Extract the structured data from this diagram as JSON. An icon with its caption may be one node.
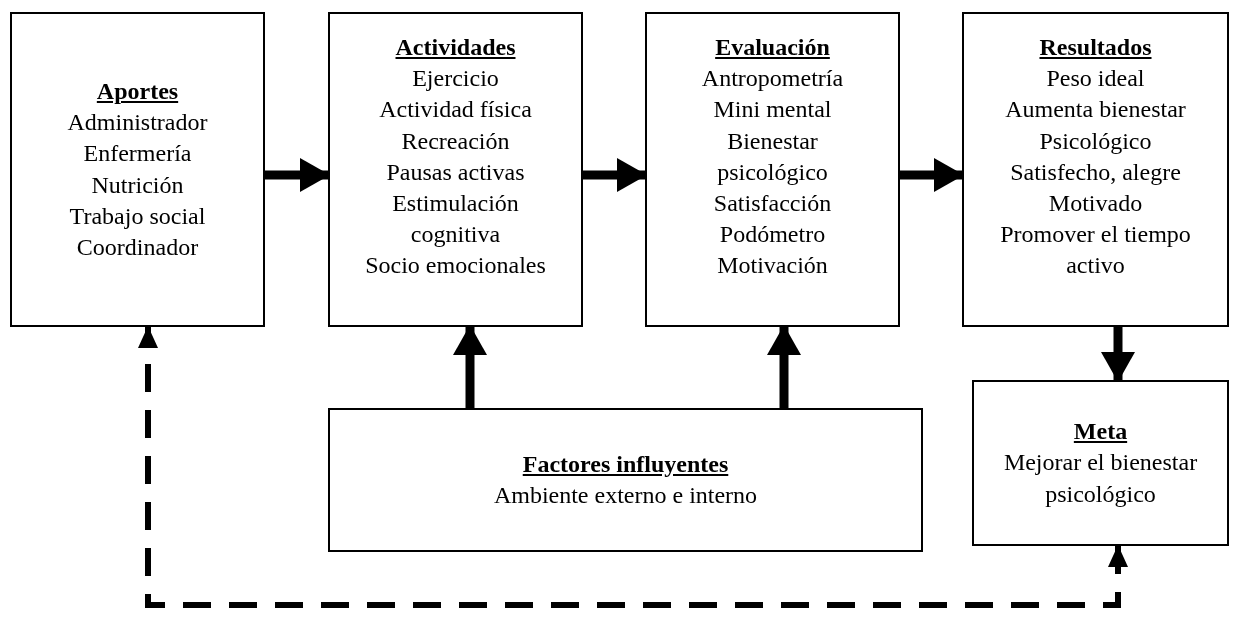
{
  "diagram": {
    "nodes": [
      {
        "text": [
          "Aportes",
          "Administrador",
          "Enfermería",
          "Nutrición",
          "Trabajo social",
          "Coordinador"
        ]
      },
      {
        "text": [
          "Actividades",
          "Ejercicio",
          "Actividad física",
          "Recreación",
          "Pausas activas",
          "Estimulación cognitiva",
          "Socio emocionales"
        ]
      },
      {
        "text": [
          "Evaluación",
          "Antropometría",
          "Mini mental",
          "Bienestar psicológico",
          "Satisfacción",
          "Podómetro",
          "Motivación"
        ]
      },
      {
        "text": [
          "Resultados",
          "Peso ideal",
          "Aumenta bienestar",
          "Psicológico",
          "Satisfecho, alegre",
          "Motivado",
          "Promover el tiempo activo"
        ]
      },
      {
        "text": [
          "Factores influyentes",
          "Ambiente externo e interno"
        ]
      },
      {
        "text": [
          "Meta",
          "Mejorar el bienestar psicológico"
        ]
      }
    ],
    "edges": [
      {
        "from": 0,
        "to": 1,
        "arrow": "to"
      },
      {
        "from": 1,
        "to": 2,
        "arrow": "to"
      },
      {
        "from": 2,
        "to": 3,
        "arrow": "to"
      },
      {
        "from": 3,
        "to": 5,
        "arrow": "to"
      },
      {
        "from": 4,
        "to": 1,
        "arrow": "to"
      },
      {
        "from": 4,
        "to": 2,
        "arrow": "to"
      },
      {
        "from": 5,
        "to": 0,
        "arrow": "both",
        "style": "dashed"
      }
    ]
  }
}
